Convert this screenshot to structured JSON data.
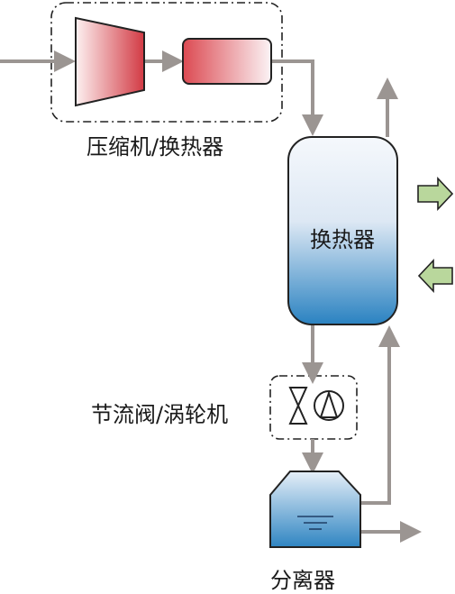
{
  "labels": {
    "compressor_hx": "压缩机/换热器",
    "heat_exchanger": "换热器",
    "throttle_turbine": "节流阀/涡轮机",
    "separator": "分离器"
  },
  "colors": {
    "stream": "#9b9592",
    "red_dark": "#d23a44",
    "red_light": "#f7dede",
    "blue_top": "#eef4fb",
    "blue_bottom": "#2f85c2",
    "green_arrow": "#b9d79c",
    "outline": "#222222"
  }
}
